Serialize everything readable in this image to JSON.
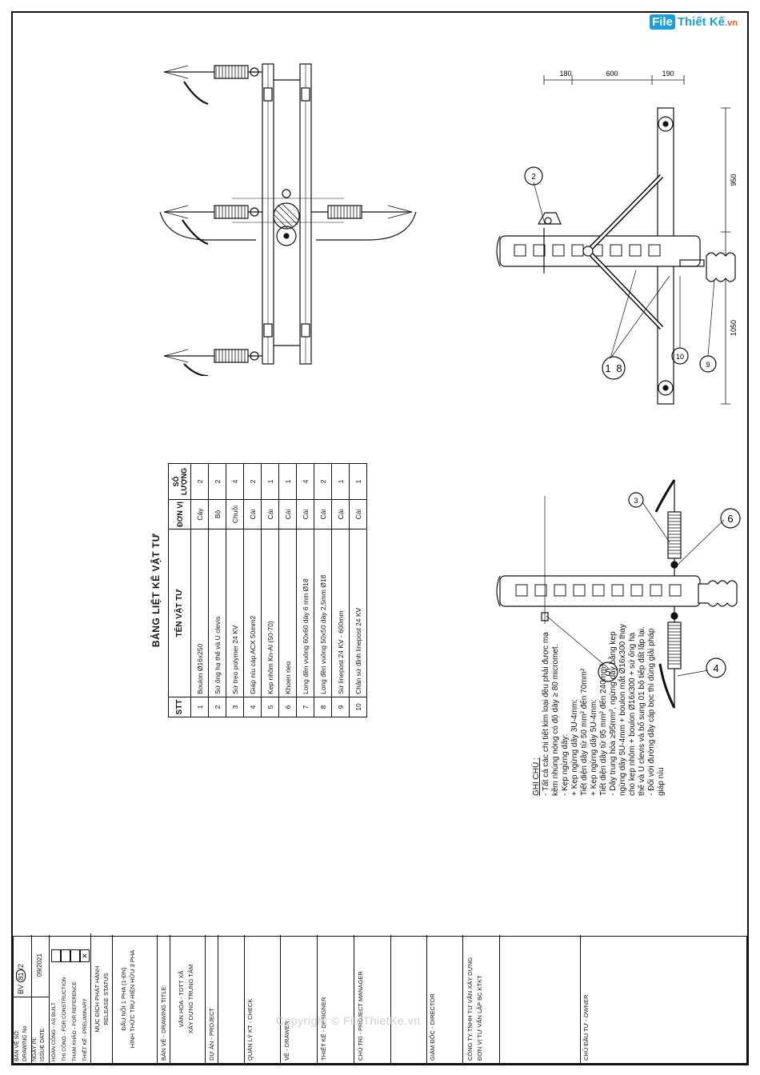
{
  "logo": {
    "mark": "File",
    "name": "Thiết Kế",
    "suffix": ".vn"
  },
  "watermark": "Copyright © FileThietKe.vn",
  "table": {
    "title": "BẢNG LIỆT KÊ VẬT TƯ",
    "headers": {
      "stt": "STT",
      "name": "TÊN VẬT TƯ",
      "unit": "ĐƠN VỊ",
      "qty": "SỐ LƯỢNG"
    },
    "rows": [
      {
        "stt": "1",
        "name": "Boulon Ø16x250",
        "unit": "Cây",
        "qty": "2"
      },
      {
        "stt": "2",
        "name": "Sứ ống hạ thế và U clevis",
        "unit": "Bộ",
        "qty": "2"
      },
      {
        "stt": "3",
        "name": "Sứ treo polymer 24 KV",
        "unit": "Chuỗi",
        "qty": "4"
      },
      {
        "stt": "4",
        "name": "Giáp níu cáp ACX 50mm2",
        "unit": "Cái",
        "qty": "2"
      },
      {
        "stt": "5",
        "name": "Kẹp nhôm Kn-Al (50-70)",
        "unit": "Cái",
        "qty": "1"
      },
      {
        "stt": "6",
        "name": "Khoen neo",
        "unit": "Cái",
        "qty": "1"
      },
      {
        "stt": "7",
        "name": "Long đền vuông 60x60 dày 6 mm Ø18",
        "unit": "Cái",
        "qty": "4"
      },
      {
        "stt": "8",
        "name": "Long đền vuông 50x50 dày 2,5mm Ø18",
        "unit": "Cái",
        "qty": "2"
      },
      {
        "stt": "9",
        "name": "Sứ linepost 24 KV - 600mm",
        "unit": "Cái",
        "qty": "1"
      },
      {
        "stt": "10",
        "name": "Chân sứ đỉnh linepost 24 KV",
        "unit": "Cái",
        "qty": "1"
      }
    ]
  },
  "dims": {
    "d180": "180",
    "d600": "600",
    "d190": "190",
    "d950": "950",
    "d1050": "1050"
  },
  "callouts": {
    "c2": "2",
    "c1": "1",
    "c8": "8",
    "c10": "10",
    "c9": "9",
    "c3": "3",
    "c6": "6",
    "c5": "5",
    "c4": "4"
  },
  "notes": [
    "GHI CHÚ :",
    "- Tất cả các chi tiết kim loại đều phải được mạ",
    "kẽm nhúng nóng có độ dày ≥ 80 micromet.",
    "- Kẹp ngừng dây:",
    "+ Kẹp ngừng dây 3U-4mm:",
    "Tiết diện dây từ 50 mm² đến 70mm²",
    "+ Kẹp ngừng dây 5U-4mm:",
    "Tiết diện dây từ 95 mm² đến 240mm²",
    "- Dây trung hòa ≥95mm², ngừng dây bằng kẹp",
    "ngừng dây 5U-4mm + boulon mắt Ø16x300 thay",
    "cho kẹp nhôm + boulon Ø16x300 + sứ ống hạ",
    "thế và U clevis và bổ sung 01 bộ tiếp đất lặp lại.",
    "- Đối với đường dây cáp bọc thì dùng giải pháp",
    "giáp níu"
  ],
  "title_block": {
    "owner": "CHỦ ĐẦU TƯ - OWNER",
    "consultant": "ĐƠN VỊ TƯ VẤN LẬP BC KTKT",
    "company": "CÔNG TY TNHH TƯ VẤN XÂY DỰNG",
    "director": "GIÁM ĐỐC - DIRECTOR",
    "pm": "CHỦ TRÌ - PROJECT MANAGER",
    "designer": "THIẾT KẾ - DESIGNER",
    "drawer": "VẼ - DRAWER",
    "checker": "QUẢN LÝ KT - CHECK",
    "project_label": "DỰ ÁN - PROJECT",
    "project_1": "XÂY DỰNG TRUNG TÂM",
    "project_2": "VĂN HÓA - TDTT XÃ",
    "drawing_title_label": "BẢN VẼ - DRAWING TITLE:",
    "drawing_title_1": "HÌNH THỨC TRỤ HIỆN HỮU 3 PHA",
    "drawing_title_2": "ĐẤU NỐI 1 PHA (1-ĐN)",
    "status_1": "MỤC ĐÍCH PHÁT HÀNH",
    "status_2": "RELEASE STATUS",
    "s_prelim": "THIẾT KẾ - PRELIMINARY",
    "s_ref": "THAM KHẢO - FOR REFERENCE",
    "s_constr": "THI CÔNG - FOR CONSTRUCTION",
    "s_built": "HOÀN CÔNG - AS BUILT",
    "issue_label_1": "NGÀY IN:",
    "issue_label_2": "ISSUE DATE:",
    "issue_date": "09/2021",
    "dwg_label_1": "BẢN VẼ SỐ:",
    "dwg_label_2": "DRAWING No",
    "dwg_prefix": "BV",
    "dwg_num": "81",
    "dwg_den": "2"
  }
}
